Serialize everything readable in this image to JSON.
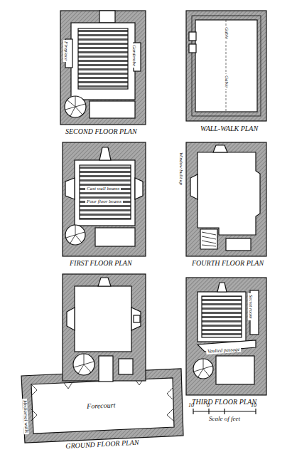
{
  "diagram": {
    "labels": [
      "SECOND FLOOR PLAN",
      "Fireplace",
      "Garderobe",
      "WALL-WALK PLAN",
      "Gable",
      "Gable",
      "FIRST FLOOR PLAN",
      "Cast wall beams",
      "Four floor beams",
      "FOURTH FLOOR PLAN",
      "Window built up",
      "GROUND FLOOR PLAN",
      "Forecourt",
      "Mediaeval walls",
      "THIRD FLOOR PLAN",
      "Vaulted passage",
      "Secret room",
      "10",
      "0",
      "10",
      "Scale of feet"
    ]
  }
}
